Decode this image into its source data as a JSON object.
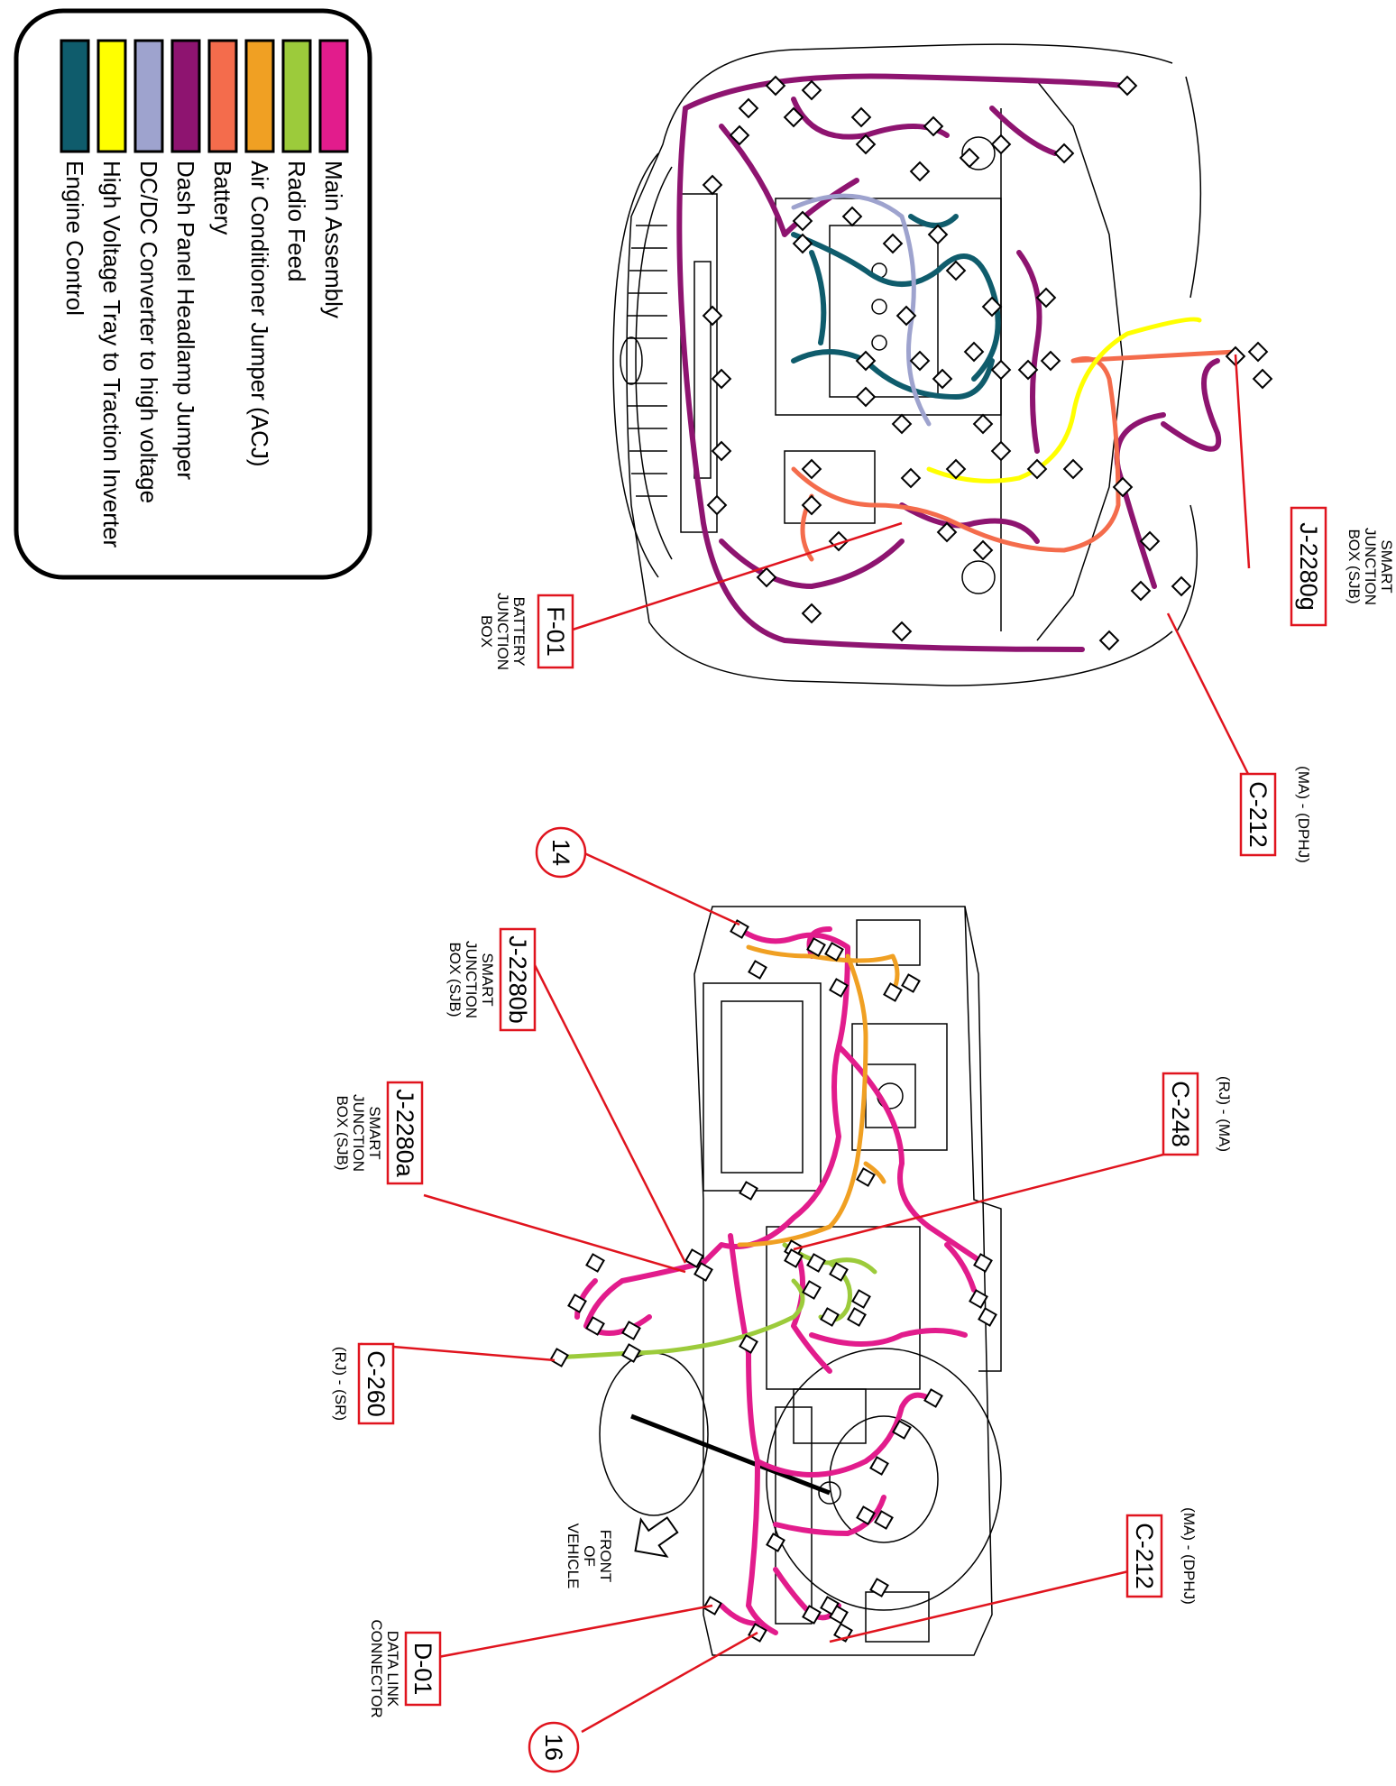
{
  "legend": {
    "entries": [
      {
        "label": "Main Assembly",
        "color": "#E21C8C"
      },
      {
        "label": "Radio Feed",
        "color": "#9CCB3B"
      },
      {
        "label": "Air Conditioner Jumper (ACJ)",
        "color": "#F0A023"
      },
      {
        "label": "Battery",
        "color": "#F46C4C"
      },
      {
        "label": "Dash Panel Headlamp Jumper",
        "color": "#8E1470"
      },
      {
        "label": "DC/DC Converter to high voltage",
        "color": "#9EA3CE"
      },
      {
        "label": "High Voltage Tray to Traction Inverter",
        "color": "#FFFF00"
      },
      {
        "label": "Engine Control",
        "color": "#0F5C6C"
      }
    ]
  },
  "callouts": {
    "j2280g": {
      "id": "J-2280g",
      "desc": [
        "SMART",
        "JUNCTION",
        "BOX (SJB)"
      ]
    },
    "f01": {
      "id": "F-01",
      "desc": [
        "BATTERY",
        "JUNCTION",
        "BOX"
      ]
    },
    "c212_top": {
      "id": "C-212",
      "desc": [
        "(MA) - (DPHJ)"
      ]
    },
    "c248": {
      "id": "C-248",
      "desc": [
        "(RJ) - (MA)"
      ]
    },
    "j2280b": {
      "id": "J-2280b",
      "desc": [
        "SMART",
        "JUNCTION",
        "BOX (SJB)"
      ]
    },
    "j2280a": {
      "id": "J-2280a",
      "desc": [
        "SMART",
        "JUNCTION",
        "BOX (SJB)"
      ]
    },
    "c260": {
      "id": "C-260",
      "desc": [
        "(RJ) - (SR)"
      ]
    },
    "c212_bottom": {
      "id": "C-212",
      "desc": [
        "(MA) - (DPHJ)"
      ]
    },
    "d01": {
      "id": "D-01",
      "desc": [
        "DATA LINK",
        "CONNECTOR"
      ]
    }
  },
  "circles": {
    "c14": "14",
    "c16": "16"
  },
  "front_label": [
    "FRONT",
    "OF",
    "VEHICLE"
  ]
}
